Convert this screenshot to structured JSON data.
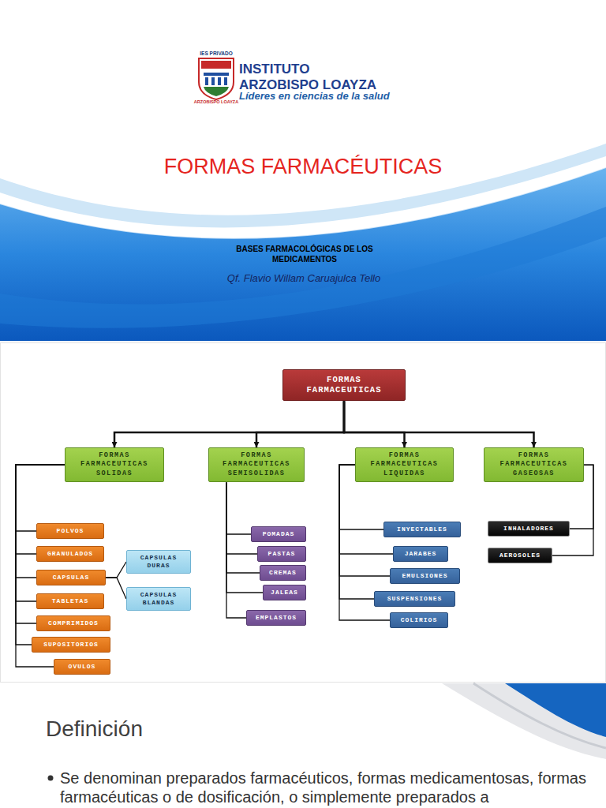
{
  "diagram": {
    "title": "FORMAS FARMACÉUTICAS",
    "nodes": [
      {
        "text": [
          "FORMAS FARMACEUTICAS"
        ]
      },
      {
        "text": [
          "FORMAS FARMACEUTICAS SOLIDAS"
        ]
      },
      {
        "text": [
          "FORMAS FARMACEUTICAS SEMISOLIDAS"
        ]
      },
      {
        "text": [
          "FORMAS FARMACEUTICAS LIQUIDAS"
        ]
      },
      {
        "text": [
          "FORMAS FARMACEUTICAS GASEOSAS"
        ]
      },
      {
        "text": [
          "POLVOS"
        ]
      },
      {
        "text": [
          "GRANULADOS"
        ]
      },
      {
        "text": [
          "CAPSULAS"
        ]
      },
      {
        "text": [
          "CAPSULAS DURAS"
        ]
      },
      {
        "text": [
          "CAPSULAS BLANDAS"
        ]
      },
      {
        "text": [
          "TABLETAS"
        ]
      },
      {
        "text": [
          "COMPRIMIDOS"
        ]
      },
      {
        "text": [
          "SUPOSITORIOS"
        ]
      },
      {
        "text": [
          "OVULOS"
        ]
      },
      {
        "text": [
          "POMADAS"
        ]
      },
      {
        "text": [
          "PASTAS"
        ]
      },
      {
        "text": [
          "CREMAS"
        ]
      },
      {
        "text": [
          "JALEAS"
        ]
      },
      {
        "text": [
          "EMPLASTOS"
        ]
      },
      {
        "text": [
          "INYECTABLES"
        ]
      },
      {
        "text": [
          "JARABES"
        ]
      },
      {
        "text": [
          "EMULSIONES"
        ]
      },
      {
        "text": [
          "SUSPENSIONES"
        ]
      },
      {
        "text": [
          "COLIRIOS"
        ]
      },
      {
        "text": [
          "INHALADORES"
        ]
      },
      {
        "text": [
          "AEROSOLES"
        ]
      }
    ],
    "edges": [
      {
        "from": 0,
        "to": 1,
        "arrow": "to"
      },
      {
        "from": 0,
        "to": 2,
        "arrow": "to"
      },
      {
        "from": 0,
        "to": 3,
        "arrow": "to"
      },
      {
        "from": 0,
        "to": 4,
        "arrow": "to"
      },
      {
        "from": 1,
        "to": 5,
        "arrow": "none"
      },
      {
        "from": 1,
        "to": 6,
        "arrow": "none"
      },
      {
        "from": 1,
        "to": 7,
        "arrow": "none"
      },
      {
        "from": 7,
        "to": 8,
        "arrow": "none"
      },
      {
        "from": 7,
        "to": 9,
        "arrow": "none"
      },
      {
        "from": 1,
        "to": 10,
        "arrow": "none"
      },
      {
        "from": 1,
        "to": 11,
        "arrow": "none"
      },
      {
        "from": 1,
        "to": 12,
        "arrow": "none"
      },
      {
        "from": 1,
        "to": 13,
        "arrow": "none"
      },
      {
        "from": 2,
        "to": 14,
        "arrow": "none"
      },
      {
        "from": 2,
        "to": 15,
        "arrow": "none"
      },
      {
        "from": 2,
        "to": 16,
        "arrow": "none"
      },
      {
        "from": 2,
        "to": 17,
        "arrow": "none"
      },
      {
        "from": 2,
        "to": 18,
        "arrow": "none"
      },
      {
        "from": 3,
        "to": 19,
        "arrow": "none"
      },
      {
        "from": 3,
        "to": 20,
        "arrow": "none"
      },
      {
        "from": 3,
        "to": 21,
        "arrow": "none"
      },
      {
        "from": 3,
        "to": 22,
        "arrow": "none"
      },
      {
        "from": 3,
        "to": 23,
        "arrow": "none"
      },
      {
        "from": 4,
        "to": 24,
        "arrow": "none"
      },
      {
        "from": 4,
        "to": 25,
        "arrow": "none"
      }
    ],
    "labels": [
      "IES PRIVADO",
      "INSTITUTO ARZOBISPO LOAYZA",
      "Líderes en ciencias de la salud",
      "ARZOBISPO LOAYZA",
      "BASES FARMACOLÓGICAS DE LOS MEDICAMENTOS",
      "Qf. Flavio Willam Caruajulca Tello",
      "Definición",
      "Se denominan preparados farmacéuticos, formas medicamentosas, formas farmacéuticas o de dosificación, o simplemente preparados a"
    ]
  }
}
